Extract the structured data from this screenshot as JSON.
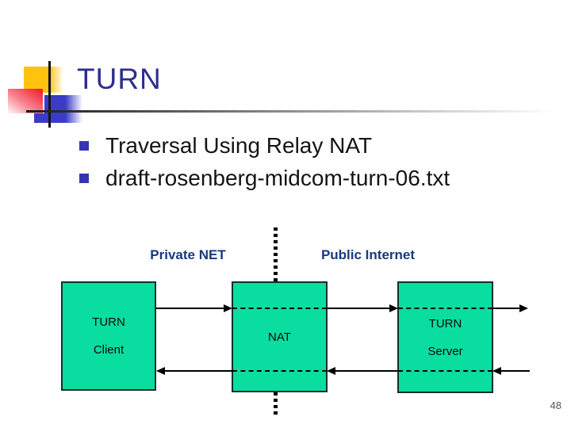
{
  "slide": {
    "title": "TURN",
    "bullets": [
      "Traversal Using Relay NAT",
      "draft-rosenberg-midcom-turn-06.txt"
    ],
    "page_number": "48"
  },
  "diagram": {
    "left_zone_label": "Private NET",
    "right_zone_label": "Public Internet",
    "nodes": [
      {
        "id": "turn-client",
        "lines": [
          "TURN",
          "Client"
        ]
      },
      {
        "id": "nat",
        "lines": [
          "NAT"
        ]
      },
      {
        "id": "turn-server",
        "lines": [
          "TURN",
          "Server"
        ]
      }
    ]
  },
  "colors": {
    "title_text": "#2d2d8f",
    "bullet_marker": "#3535b4",
    "body_text": "#141414",
    "zone_label_text": "#19397f",
    "node_fill": "#0adda0",
    "node_border": "#13302a",
    "arrow": "#000000",
    "page_number": "#595959",
    "deco_yellow": "#ffc20e",
    "deco_red": "#ee2135",
    "deco_blue": "#3b3bc8"
  }
}
